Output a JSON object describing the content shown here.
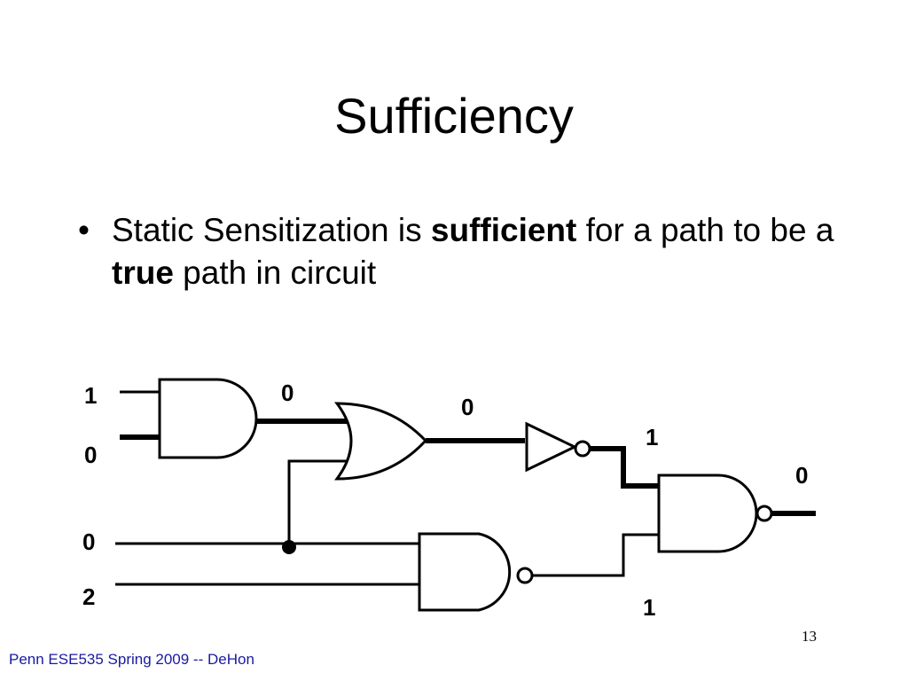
{
  "slide": {
    "title": "Sufficiency",
    "bullet": {
      "marker": "•",
      "text_before": "Static Sensitization is ",
      "bold_1": "sufficient",
      "text_middle": " for a path to be a ",
      "bold_2": "true",
      "text_after": " path in circuit"
    },
    "footer": "Penn ESE535 Spring 2009 -- DeHon",
    "page_number": "13"
  },
  "circuit": {
    "input_labels": [
      "1",
      "0",
      "0",
      "2"
    ],
    "wire_labels": {
      "and_out": "0",
      "or_out": "0",
      "inv_out": "1",
      "nand_bottom_out": "1",
      "final_out": "0"
    },
    "gates": [
      "and-gate",
      "or-gate",
      "inverter",
      "nand-gate-bottom",
      "nand-gate-final"
    ]
  }
}
